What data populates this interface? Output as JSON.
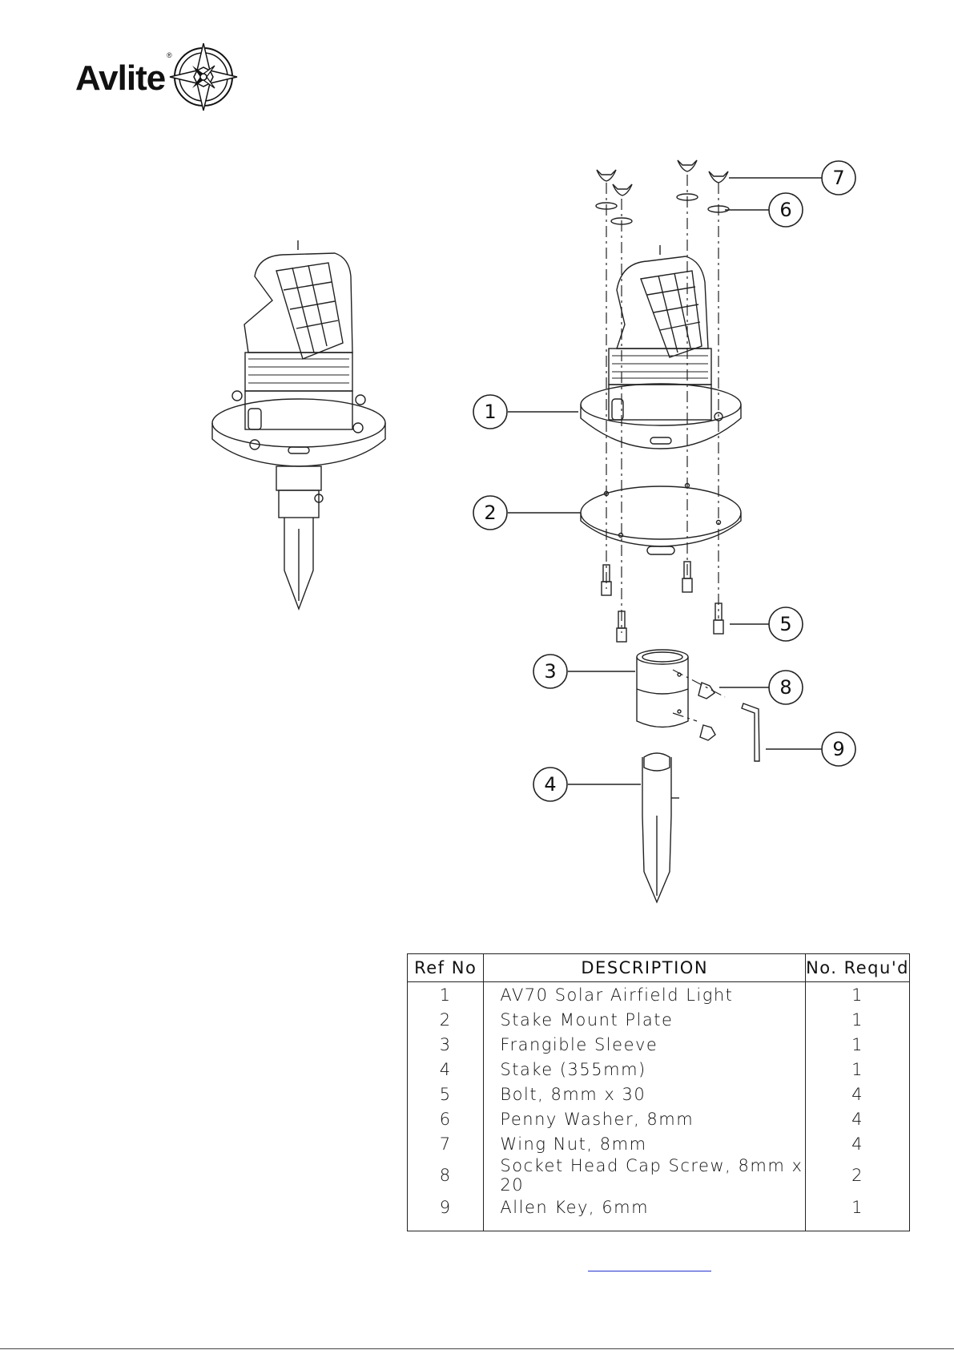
{
  "logo": {
    "brand": "Avlite",
    "mark": "®"
  },
  "callouts": [
    "1",
    "2",
    "3",
    "4",
    "5",
    "6",
    "7",
    "8",
    "9"
  ],
  "table": {
    "headers": {
      "ref": "Ref No",
      "desc": "DESCRIPTION",
      "qty": "No. Requ'd"
    },
    "rows": [
      {
        "ref": "1",
        "desc": "AV70 Solar Airfield Light",
        "qty": "1"
      },
      {
        "ref": "2",
        "desc": "Stake Mount Plate",
        "qty": "1"
      },
      {
        "ref": "3",
        "desc": "Frangible Sleeve",
        "qty": "1"
      },
      {
        "ref": "4",
        "desc": "Stake (355mm)",
        "qty": "1"
      },
      {
        "ref": "5",
        "desc": "Bolt, 8mm x 30",
        "qty": "4"
      },
      {
        "ref": "6",
        "desc": "Penny Washer, 8mm",
        "qty": "4"
      },
      {
        "ref": "7",
        "desc": "Wing Nut, 8mm",
        "qty": "4"
      },
      {
        "ref": "8",
        "desc": "Socket Head Cap Screw, 8mm x 20",
        "qty": "2"
      },
      {
        "ref": "9",
        "desc": "Allen Key, 6mm",
        "qty": "1"
      }
    ]
  }
}
